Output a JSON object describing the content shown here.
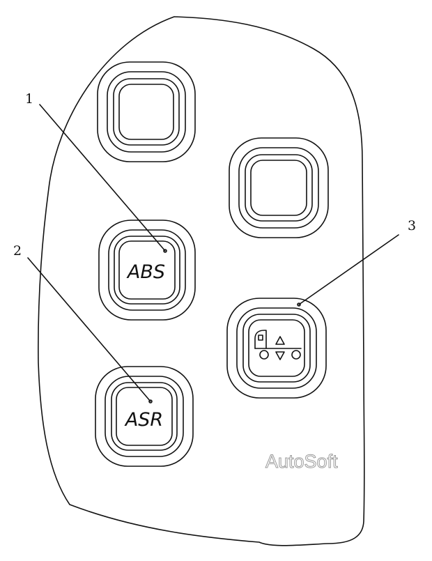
{
  "buttons": {
    "abs": "ABS",
    "asr": "ASR"
  },
  "callouts": {
    "one": "1",
    "two": "2",
    "three": "3"
  },
  "watermark": "AutoSoft",
  "icons": {
    "blank_top": "blank-square-icon",
    "blank_right": "blank-square-icon",
    "truck_lift": "truck-lift-axle-icon"
  }
}
